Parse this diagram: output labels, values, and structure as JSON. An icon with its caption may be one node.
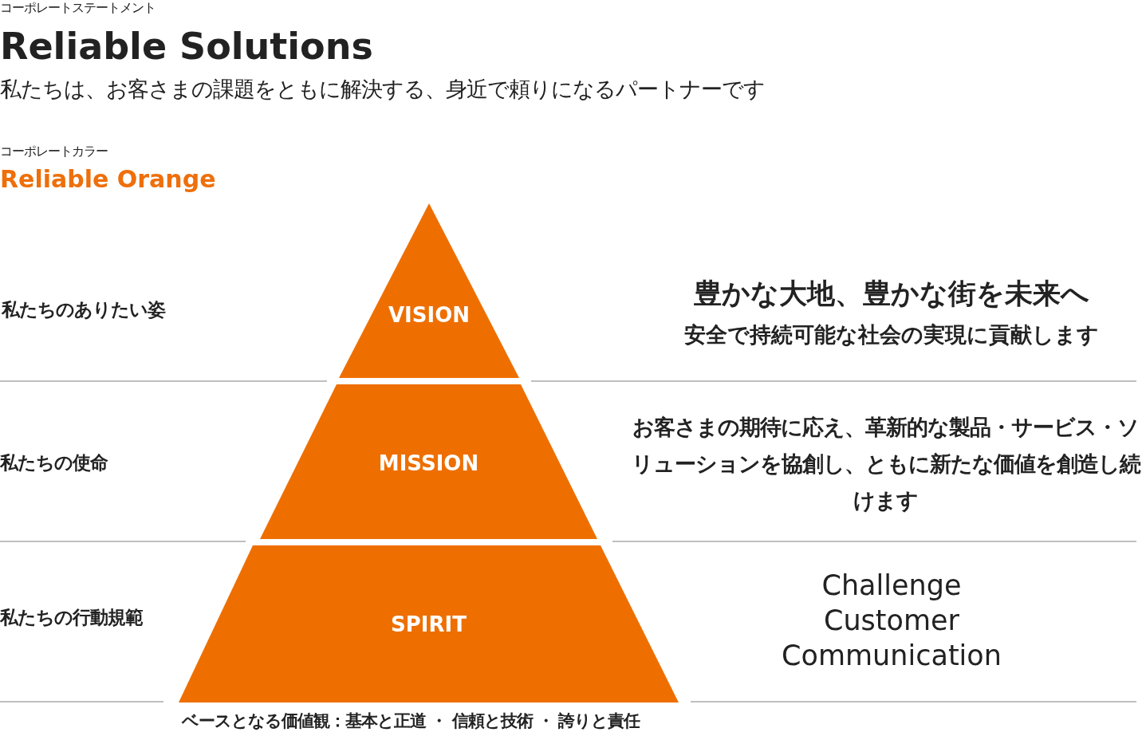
{
  "diagram": {
    "title": "Reliable Solutions",
    "nodes": [
      {
        "text": [
          "VISION"
        ]
      },
      {
        "text": [
          "MISSION"
        ]
      },
      {
        "text": [
          "SPIRIT"
        ]
      }
    ],
    "edges": [],
    "labels": [
      "コーポレートステートメント",
      "私たちは、お客さまの課題をともに解決する、身近で頼りになるパートナーです",
      "コーポレートカラー",
      "Reliable Orange",
      "私たちのありたい姿",
      "豊かな大地、豊かな街を未来へ",
      "安全で持続可能な社会の実現に貢献します",
      "私たちの使命",
      "お客さまの期待に応え、革新的な製品・サービス・ソリューションを協創し、ともに新たな価値を創造し続けます",
      "私たちの行動規範",
      "Challenge",
      "Customer",
      "Communication",
      "ベースとなる価値観：基本と正道 ・ 信頼と技術 ・ 誇りと責任"
    ]
  }
}
